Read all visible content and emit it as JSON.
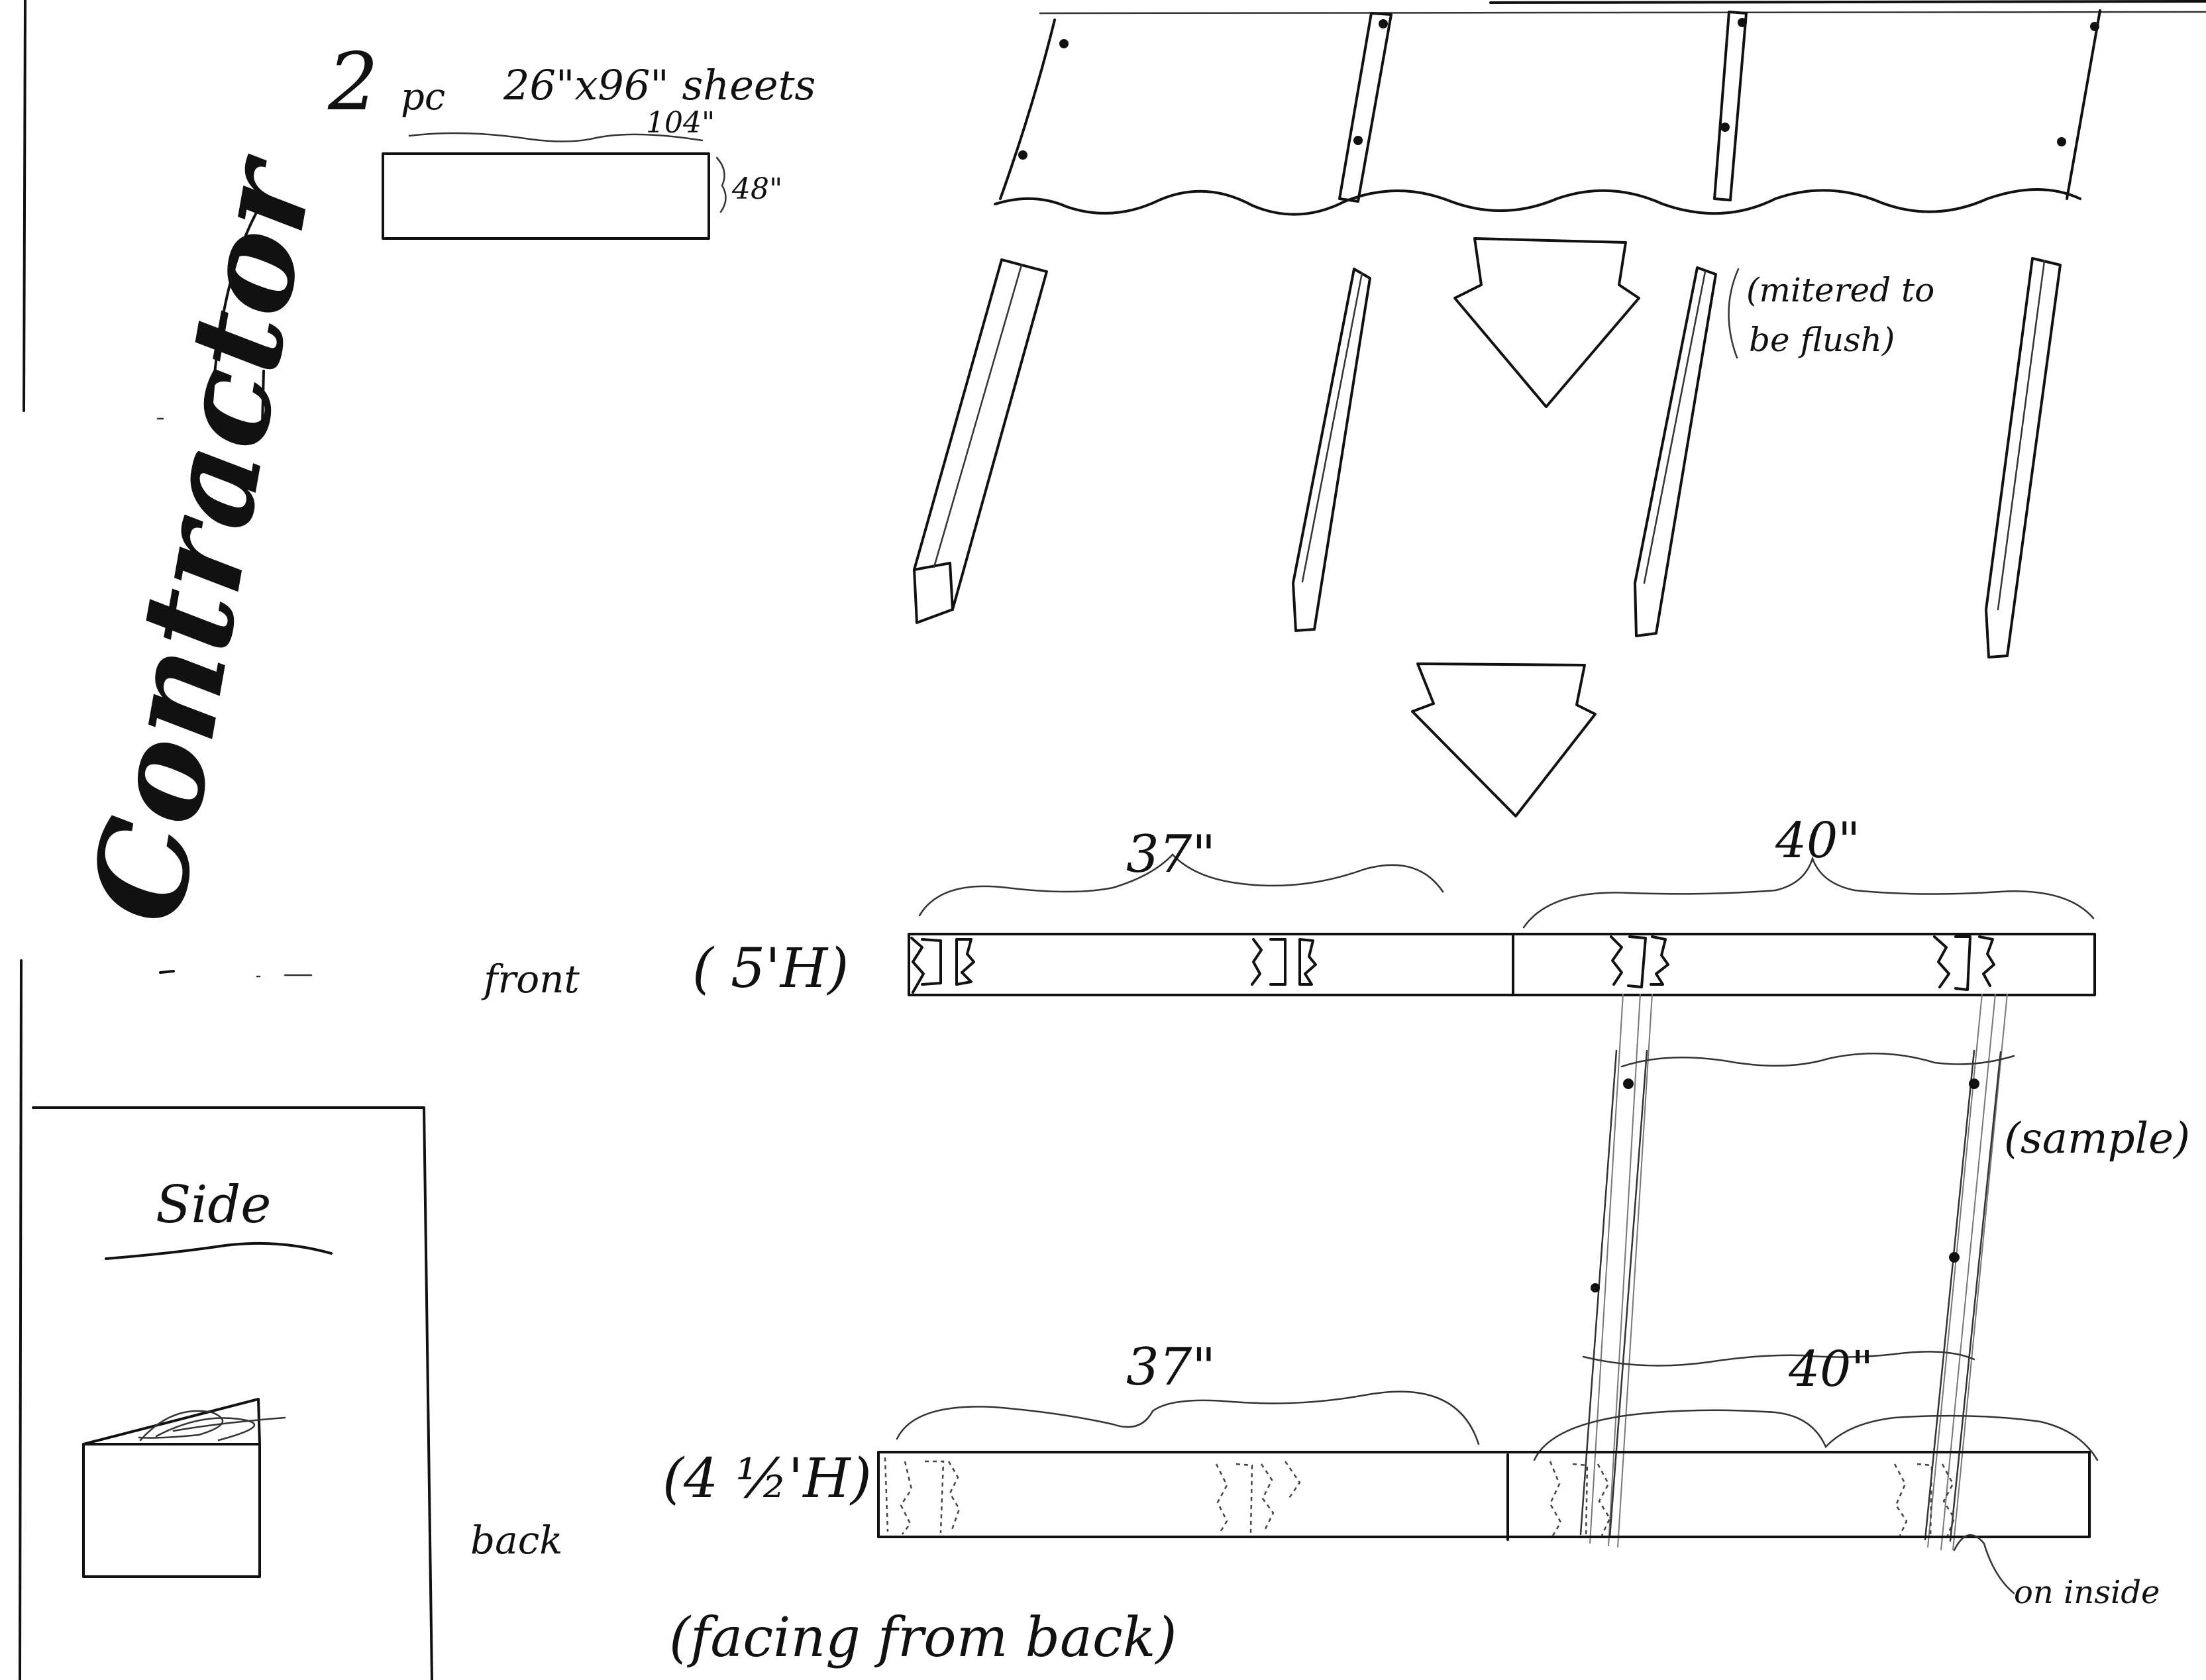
{
  "header": {
    "count": "2",
    "unit": "pc",
    "sheet_size": "26\"x96\" sheets",
    "length_dim": "104\"",
    "height_dim": "48\""
  },
  "annotations": {
    "mitered_line1": "(mitered to",
    "mitered_line2": "be flush)",
    "sample": "(sample)",
    "on_inside": "on inside",
    "facing": "(facing from back)"
  },
  "front": {
    "label": "front",
    "height": "( 5'H)",
    "dim_left": "37\"",
    "dim_right": "40\""
  },
  "back": {
    "label": "back",
    "height": "(4 ½'H)",
    "dim_left": "37\"",
    "dim_right": "40\""
  },
  "side": {
    "label": "Side"
  },
  "watermark": {
    "text": "Contractor"
  }
}
